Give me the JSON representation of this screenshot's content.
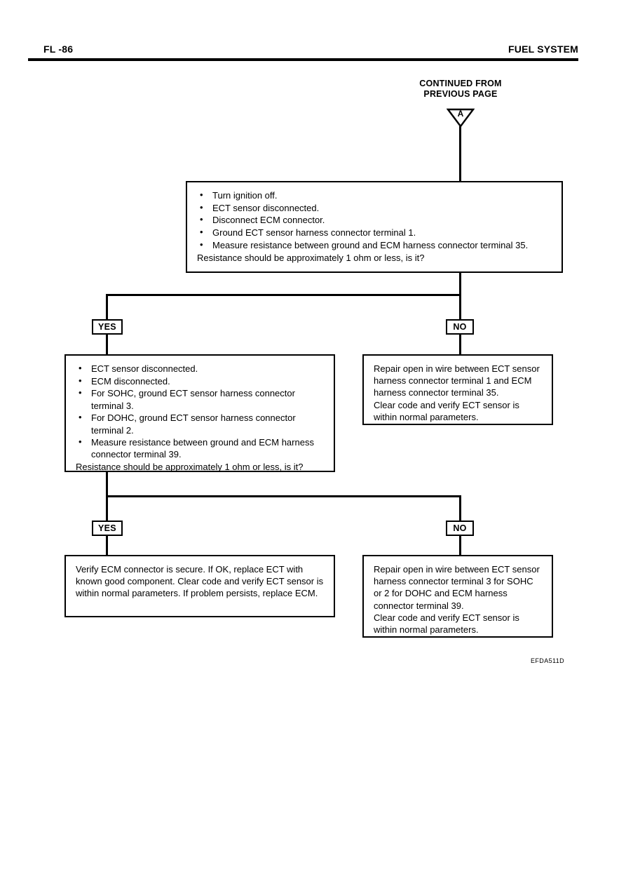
{
  "header": {
    "page_number": "FL -86",
    "section_title": "FUEL SYSTEM"
  },
  "continued": {
    "line1": "CONTINUED FROM",
    "line2": "PREVIOUS PAGE",
    "connector_label": "A"
  },
  "boxes": {
    "step1": {
      "bullets": [
        "Turn ignition off.",
        "ECT sensor disconnected.",
        "Disconnect ECM connector.",
        "Ground ECT sensor harness connector terminal 1.",
        "Measure resistance between ground and ECM harness connector terminal 35."
      ],
      "tail": "Resistance should be approximately 1 ohm or less, is it?"
    },
    "step2": {
      "bullets": [
        "ECT sensor disconnected.",
        "ECM disconnected.",
        "For SOHC, ground ECT sensor harness connector terminal 3.",
        "For DOHC, ground ECT sensor harness connector terminal 2.",
        "Measure resistance between ground and ECM harness connector terminal 39."
      ],
      "tail": "Resistance should be approximately 1 ohm or less, is it?"
    },
    "repair1": {
      "line1": "Repair open in wire between ECT sensor harness connector terminal 1 and ECM harness connector terminal 35.",
      "line2": "Clear code and verify ECT sensor is within normal parameters."
    },
    "result_final": {
      "line1": "Verify ECM connector is secure. If OK, replace ECT with known good component. Clear code and verify ECT sensor is within normal parameters. If problem persists, replace ECM."
    },
    "repair2": {
      "line1": "Repair open in wire between ECT sensor harness connector terminal 3 for SOHC or 2 for DOHC and ECM harness connector terminal 39.",
      "line2": "Clear code and verify ECT sensor is within normal parameters."
    }
  },
  "branches": {
    "yes1": "YES",
    "no1": "NO",
    "yes2": "YES",
    "no2": "NO"
  },
  "figure_code": "EFDA511D",
  "colors": {
    "ink": "#000000",
    "paper": "#ffffff"
  }
}
